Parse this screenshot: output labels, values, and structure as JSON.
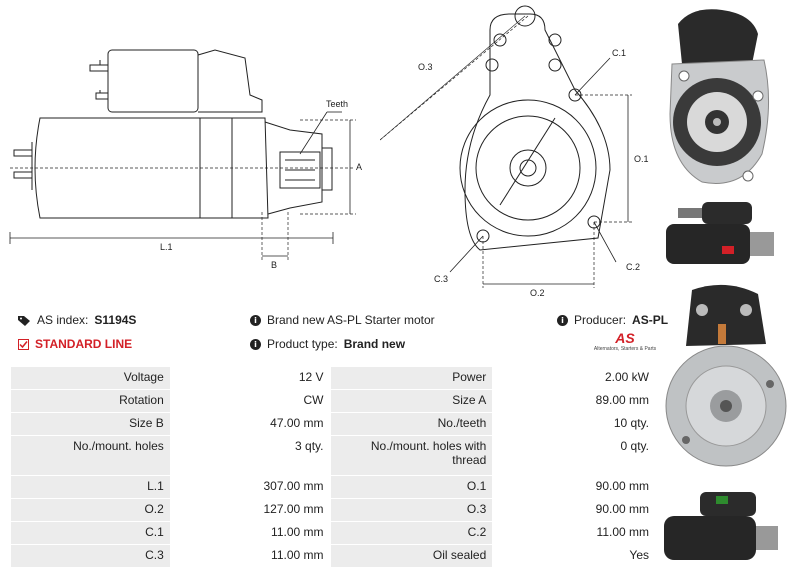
{
  "dims": {
    "teeth": "Teeth",
    "a": "A",
    "l1": "L.1",
    "b": "B",
    "o1": "O.1",
    "o2": "O.2",
    "o3": "O.3",
    "c1": "C.1",
    "c2": "C.2",
    "c3": "C.3"
  },
  "info": {
    "as_index_label": "AS index:",
    "as_index_value": "S1194S",
    "standard_line": "STANDARD LINE",
    "description": "Brand new AS-PL Starter motor",
    "product_type_label": "Product type:",
    "product_type_value": "Brand new",
    "producer_label": "Producer:",
    "producer_value": "AS-PL"
  },
  "logo": {
    "mark": "AS",
    "sub": "Alternators, Starters & Parts"
  },
  "specs": [
    {
      "k1": "Voltage",
      "v1": "12 V",
      "k2": "Power",
      "v2": "2.00 kW"
    },
    {
      "k1": "Rotation",
      "v1": "CW",
      "k2": "Size A",
      "v2": "89.00 mm"
    },
    {
      "k1": "Size B",
      "v1": "47.00 mm",
      "k2": "No./teeth",
      "v2": "10 qty."
    },
    {
      "k1": "No./mount. holes",
      "v1": "3 qty.",
      "k2": "No./mount. holes with thread",
      "v2": "0 qty."
    },
    {
      "k1": "L.1",
      "v1": "307.00 mm",
      "k2": "O.1",
      "v2": "90.00 mm"
    },
    {
      "k1": "O.2",
      "v1": "127.00 mm",
      "k2": "O.3",
      "v2": "90.00 mm"
    },
    {
      "k1": "C.1",
      "v1": "11.00 mm",
      "k2": "C.2",
      "v2": "11.00 mm"
    },
    {
      "k1": "C.3",
      "v1": "11.00 mm",
      "k2": "Oil sealed",
      "v2": "Yes"
    }
  ]
}
